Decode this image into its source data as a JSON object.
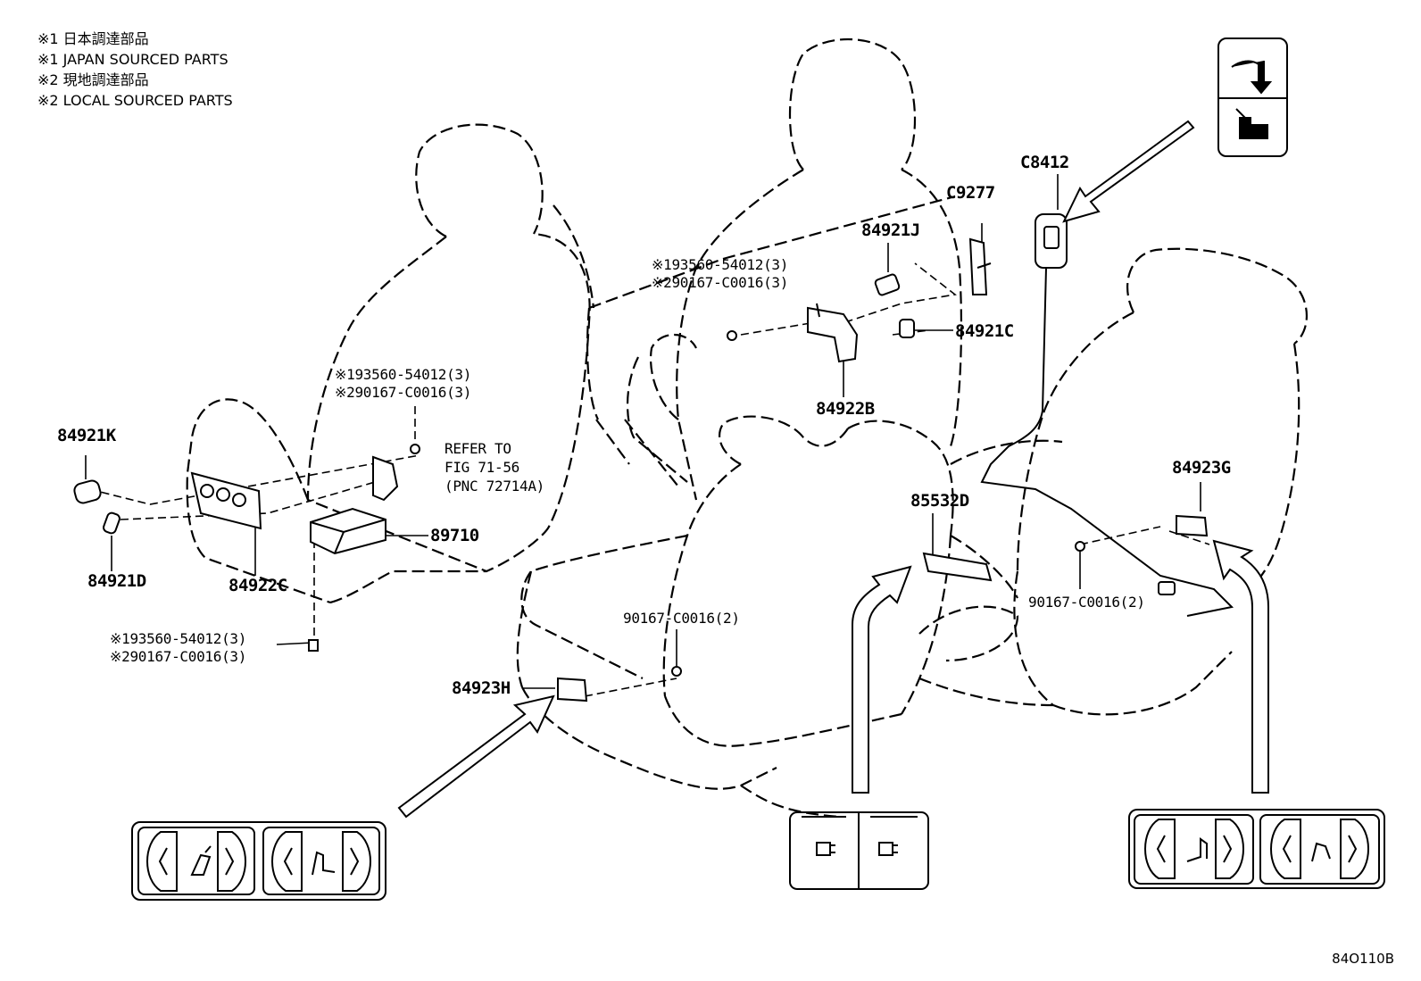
{
  "legend": [
    "※1 日本調達部品",
    "※1 JAPAN SOURCED PARTS",
    "※2 現地調達部品",
    "※2 LOCAL SOURCED PARTS"
  ],
  "labels": {
    "p84921K": "84921K",
    "p84921D": "84921D",
    "p84922C": "84922C",
    "p89710": "89710",
    "refer1": "REFER TO",
    "refer2": "FIG 71-56",
    "refer3": "(PNC 72714A)",
    "bolt_left_1": "※193560-54012(3)",
    "bolt_left_2": "※290167-C0016(3)",
    "bolt_low_1": "※193560-54012(3)",
    "bolt_low_2": "※290167-C0016(3)",
    "bolt_top_1": "※193560-54012(3)",
    "bolt_top_2": "※290167-C0016(3)",
    "p84921J": "84921J",
    "pC9277": "C9277",
    "p84921C": "84921C",
    "p84922B": "84922B",
    "pC8412": "C8412",
    "p85532D": "85532D",
    "p84923G": "84923G",
    "p84923H": "84923H",
    "screw_mid": "90167-C0016(2)",
    "screw_right": "90167-C0016(2)"
  },
  "illustration_code": "84O110B"
}
